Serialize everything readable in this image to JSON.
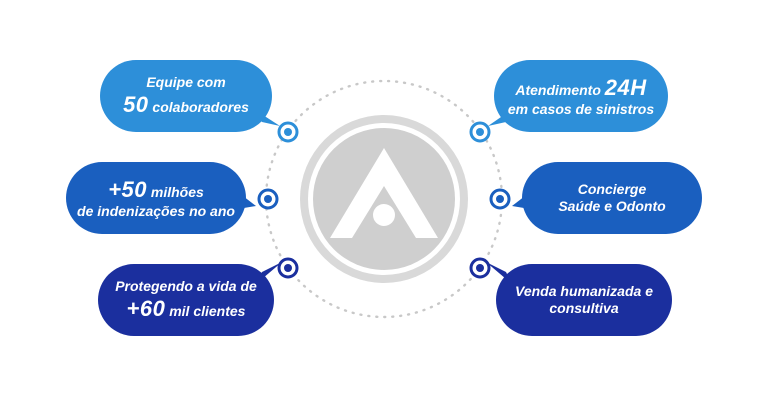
{
  "center": {
    "logo_icon": "stylized-A-logo"
  },
  "bubbles": [
    {
      "id": "b1",
      "lines": [
        {
          "text": "Equipe com"
        },
        {
          "big": "50",
          "text": " colaboradores"
        }
      ],
      "color": "#2d8fd9"
    },
    {
      "id": "b2",
      "lines": [
        {
          "big": "+50",
          "text": " milhões"
        },
        {
          "text": "de indenizações no ano"
        }
      ],
      "color": "#1a5fbf"
    },
    {
      "id": "b3",
      "lines": [
        {
          "text": "Protegendo a vida de"
        },
        {
          "big": "+60",
          "text": " mil clientes"
        }
      ],
      "color": "#1b2f9e"
    },
    {
      "id": "b4",
      "lines": [
        {
          "text": "Atendimento ",
          "big": "24H"
        },
        {
          "text": "em casos de sinistros"
        }
      ],
      "color": "#2d8fd9"
    },
    {
      "id": "b5",
      "lines": [
        {
          "text": "Concierge"
        },
        {
          "text": "Saúde e Odonto"
        }
      ],
      "color": "#1a5fbf"
    },
    {
      "id": "b6",
      "lines": [
        {
          "text": "Venda humanizada e"
        },
        {
          "text": "consultiva"
        }
      ],
      "color": "#1b2f9e"
    }
  ]
}
